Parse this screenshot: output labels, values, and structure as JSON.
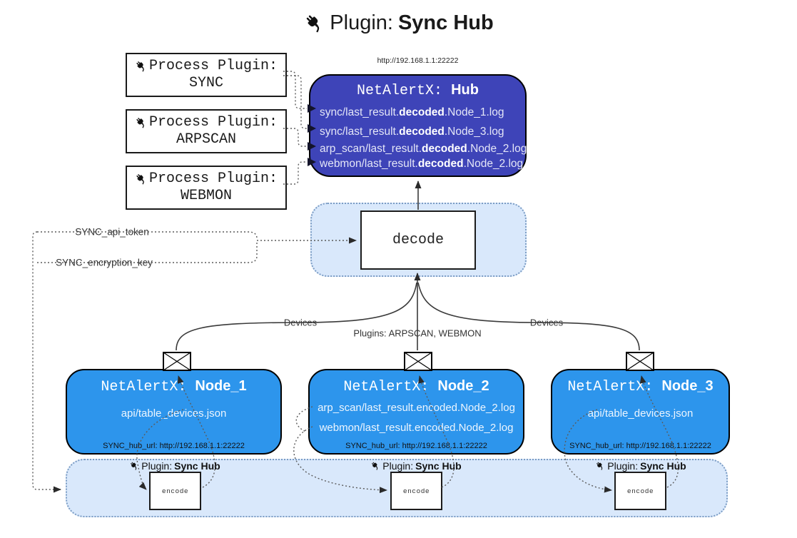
{
  "title": {
    "prefix": "Plugin: ",
    "bold": "Sync Hub"
  },
  "process_plugins": [
    {
      "line1": "Process Plugin:",
      "name": "SYNC"
    },
    {
      "line1": "Process Plugin:",
      "name": "ARPSCAN"
    },
    {
      "line1": "Process Plugin:",
      "name": "WEBMON"
    }
  ],
  "hub": {
    "url": "http://192.168.1.1:22222",
    "title_prefix": "NetAlertX: ",
    "title_bold": "Hub",
    "lines": [
      {
        "prefix": "sync/last_result.",
        "bold": "decoded",
        "suffix": ".Node_1.log"
      },
      {
        "prefix": "sync/last_result.",
        "bold": "decoded",
        "suffix": ".Node_3.log"
      },
      {
        "prefix": "arp_scan/last_result.",
        "bold": "decoded",
        "suffix": ".Node_2.log"
      },
      {
        "prefix": "webmon/last_result.",
        "bold": "decoded",
        "suffix": ".Node_2.log"
      }
    ]
  },
  "decode": {
    "label": "decode"
  },
  "keys": {
    "api_token": "SYNC_api_token",
    "encryption_key": "SYNC_encryption_key"
  },
  "edges": {
    "devices_left": "Devices",
    "devices_right": "Devices",
    "plugins_mid": "Plugins: ARPSCAN, WEBMON"
  },
  "nodes": [
    {
      "title_prefix": "NetAlertX: ",
      "title_bold": "Node_1",
      "lines": [
        "api/table_devices.json"
      ],
      "hub_url": "SYNC_hub_url: http://192.168.1.1:22222"
    },
    {
      "title_prefix": "NetAlertX: ",
      "title_bold": "Node_2",
      "lines": [
        "arp_scan/last_result.encoded.Node_2.log",
        "webmon/last_result.encoded.Node_2.log"
      ],
      "hub_url": "SYNC_hub_url: http://192.168.1.1:22222"
    },
    {
      "title_prefix": "NetAlertX: ",
      "title_bold": "Node_3",
      "lines": [
        "api/table_devices.json"
      ],
      "hub_url": "SYNC_hub_url: http://192.168.1.1:22222"
    }
  ],
  "encode_zone": {
    "plugin_prefix": "Plugin: ",
    "plugin_bold": "Sync Hub",
    "encode_label": "encode"
  },
  "colors": {
    "hub_fill": "#3e44b8",
    "node_fill": "#2d95ec",
    "zone_fill": "#d9e8fb",
    "zone_border": "#7b9cc4",
    "line_color": "#3a3a3a"
  }
}
